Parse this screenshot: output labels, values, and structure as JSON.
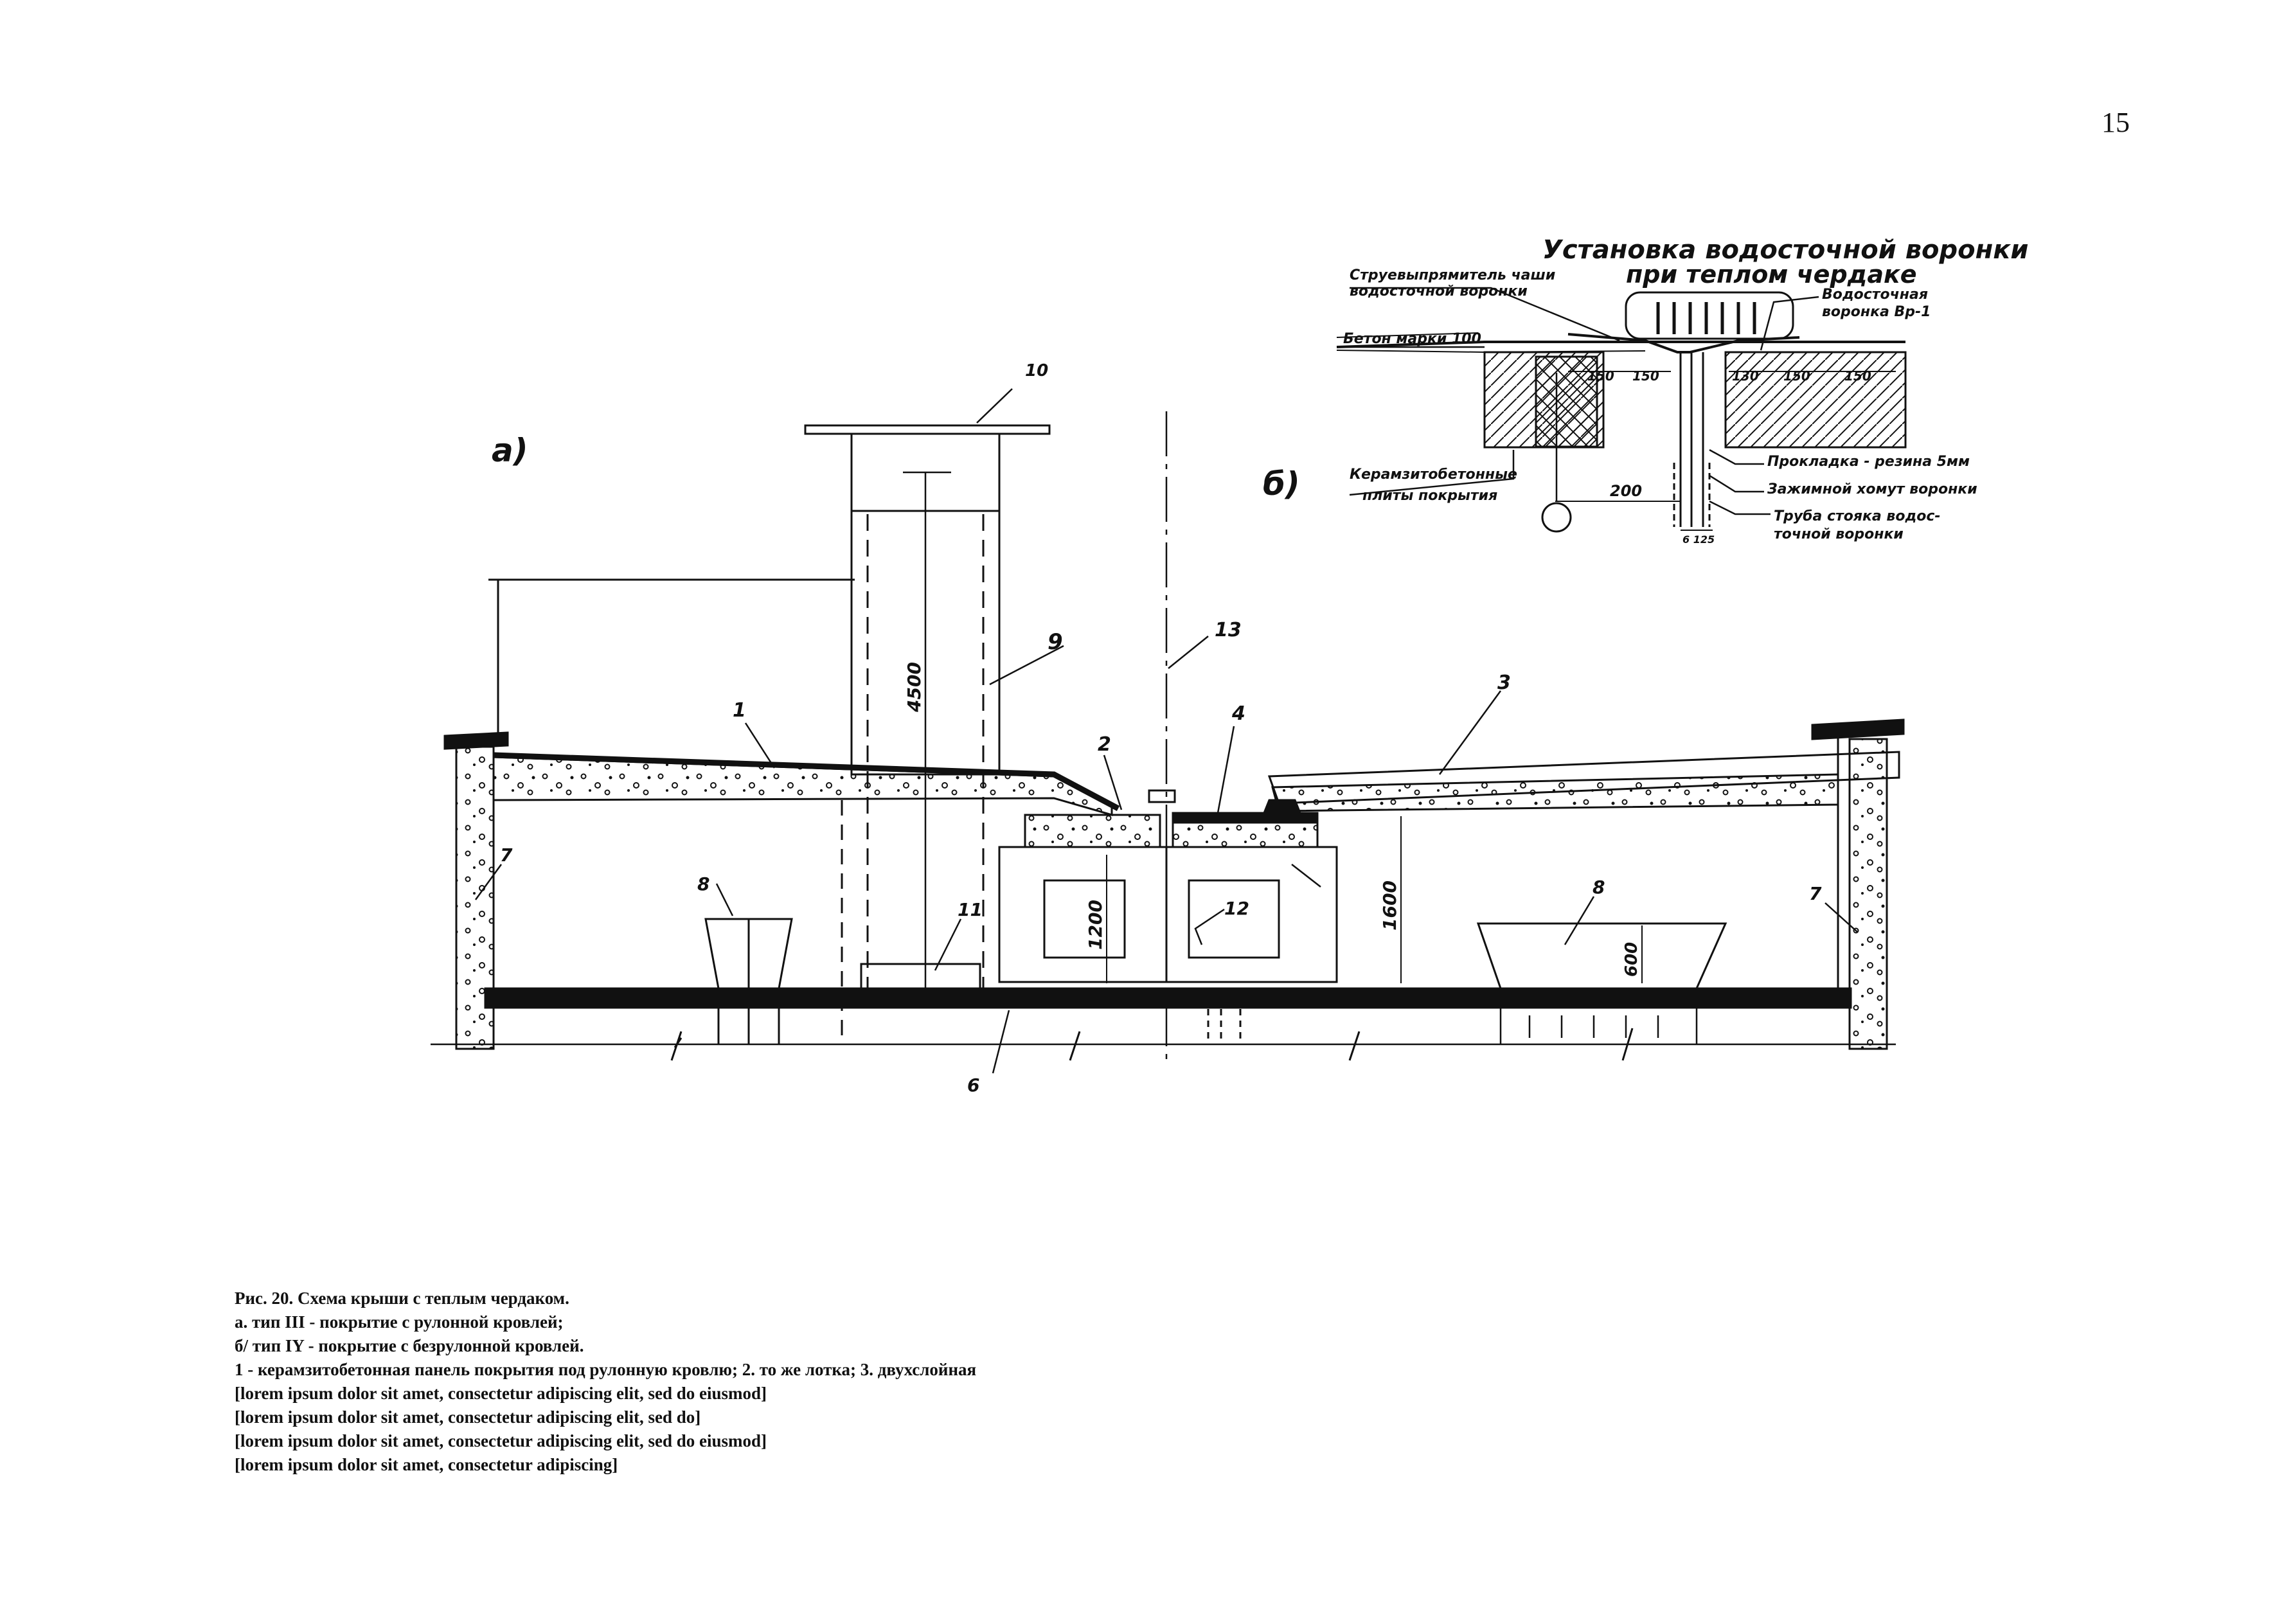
{
  "page_number": "15",
  "view_labels": {
    "a": "а)",
    "b": "б)"
  },
  "callouts": {
    "n1": "1",
    "n2": "2",
    "n3": "3",
    "n4": "4",
    "n6": "6",
    "n7a": "7",
    "n7b": "7",
    "n8a": "8",
    "n8b": "8",
    "n9": "9",
    "n10": "10",
    "n11": "11",
    "n12": "12",
    "n13": "13"
  },
  "dimensions": {
    "d4500": "4500",
    "d1200": "1200",
    "d1600": "1600",
    "d600": "600"
  },
  "detail": {
    "title_line1": "Установка водосточной воронки",
    "title_line2": "при теплом чердаке",
    "label_left1": "Струевыпрямитель чаши",
    "label_left2": "водосточной воронки",
    "label_right1": "Водосточная",
    "label_right2": "воронка Вр-1",
    "label_beton": "Бетон марки 100",
    "label_plates1": "Керамзитобетонные",
    "label_plates2": "плиты покрытия",
    "label_gasket": "Прокладка - резина 5мм",
    "label_clamp": "Зажимной хомут воронки",
    "label_pipe1": "Труба стояка водос-",
    "label_pipe2": "точной воронки",
    "dim_150a": "150",
    "dim_150b": "150",
    "dim_150c": "150",
    "dim_150d": "150",
    "dim_130": "130",
    "dim_200": "200",
    "dim_small": "6 125"
  },
  "caption": {
    "line1": "Рис. 20. Схема крыши с теплым чердаком.",
    "line2": "а. тип III - покрытие с рулонной кровлей;",
    "line3": "б/ тип IY - покрытие с безрулонной кровлей.",
    "line4": "1 - керамзитобетонная панель покрытия под рулонную кровлю; 2. то же лотка; 3. двухслойная",
    "line5": "[lorem ipsum dolor sit amet, consectetur adipiscing elit, sed do eiusmod]",
    "line6": "[lorem ipsum dolor sit amet, consectetur adipiscing elit, sed do]",
    "line7": "[lorem ipsum dolor sit amet, consectetur adipiscing elit, sed do eiusmod]",
    "line8": "[lorem ipsum dolor sit amet, consectetur adipiscing]"
  }
}
